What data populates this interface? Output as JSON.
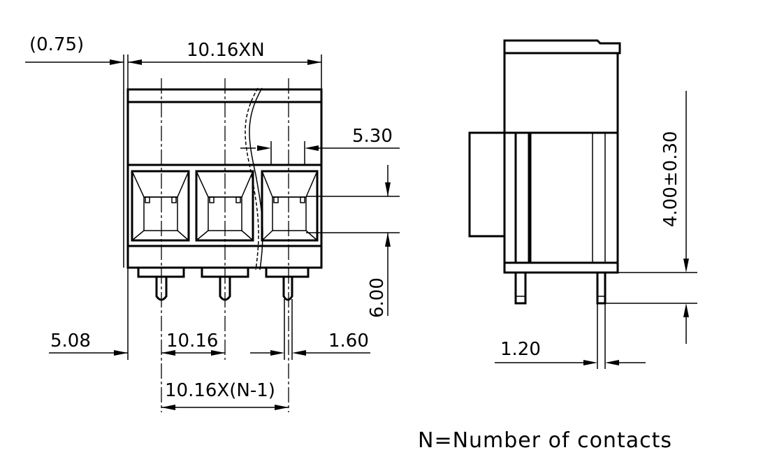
{
  "dimensions": {
    "offset": "(0.75)",
    "pitch_total": "10.16XN",
    "slot_width": "5.30",
    "height_a": "4.00±0.30",
    "height_b": "6.00",
    "edge_offset": "5.08",
    "pitch": "10.16",
    "pin_width": "1.60",
    "pitch_span": "10.16X(N-1)",
    "pin_thickness": "1.20"
  },
  "note": "N=Number of contacts",
  "colors": {
    "line": "#000000",
    "background": "#ffffff"
  }
}
